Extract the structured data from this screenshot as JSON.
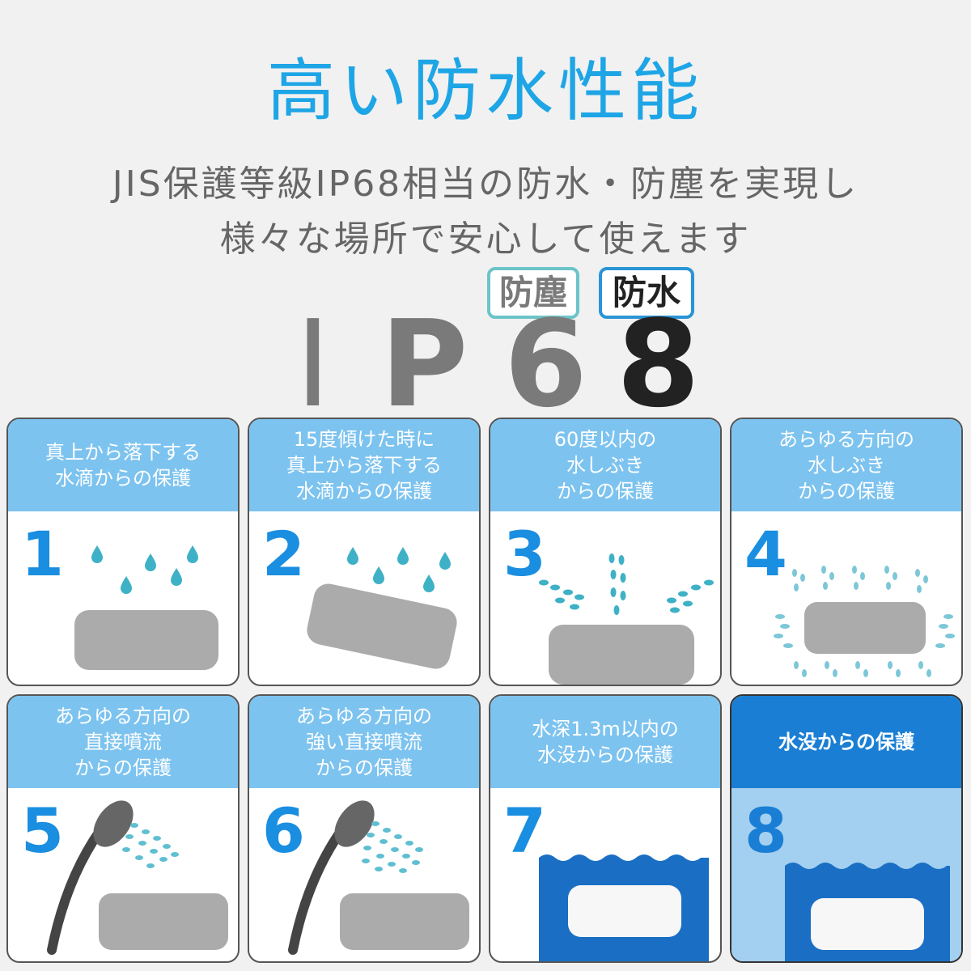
{
  "title": "高い防水性能",
  "subtitle_line1": "JIS保護等級IP68相当の防水・防塵を実現し",
  "subtitle_line2": "様々な場所で安心して使えます",
  "badge_dust": "防塵",
  "badge_water": "防水",
  "ip_chars": [
    "I",
    "P",
    "6",
    "8"
  ],
  "colors": {
    "accent": "#1ea5e6",
    "card_header": "#7dc3ef",
    "active_header": "#1a7fd4",
    "water": "#1a6fc4",
    "drop": "#3fb1c6"
  },
  "levels": [
    {
      "num": "1",
      "text": "真上から落下する\n水滴からの保護"
    },
    {
      "num": "2",
      "text": "15度傾けた時に\n真上から落下する\n水滴からの保護"
    },
    {
      "num": "3",
      "text": "60度以内の\n水しぶき\nからの保護"
    },
    {
      "num": "4",
      "text": "あらゆる方向の\n水しぶき\nからの保護"
    },
    {
      "num": "5",
      "text": "あらゆる方向の\n直接噴流\nからの保護"
    },
    {
      "num": "6",
      "text": "あらゆる方向の\n強い直接噴流\nからの保護"
    },
    {
      "num": "7",
      "text": "水深1.3m以内の\n水没からの保護"
    },
    {
      "num": "8",
      "text": "水没からの保護"
    }
  ]
}
